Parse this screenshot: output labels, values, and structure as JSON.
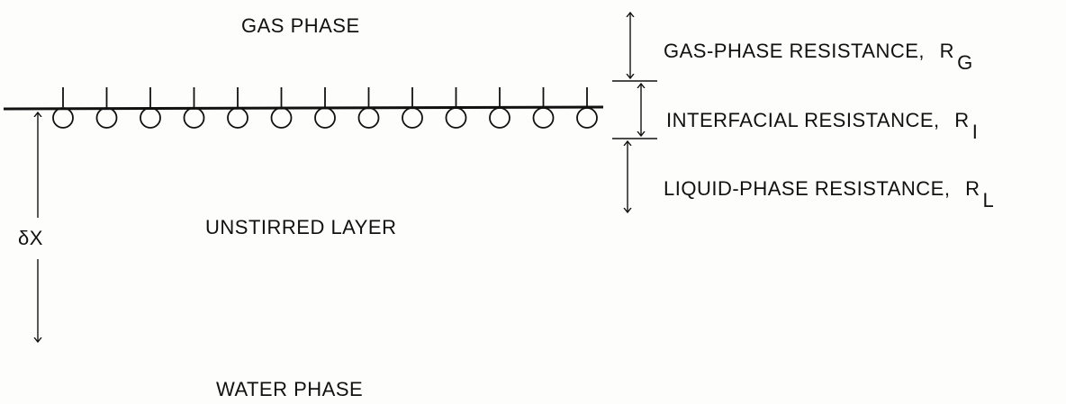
{
  "phases": {
    "gas": "GAS PHASE",
    "unstirred": "UNSTIRRED LAYER",
    "water": "WATER PHASE"
  },
  "thickness_label": "δX",
  "resistances": [
    {
      "label": "GAS-PHASE RESISTANCE,",
      "symbol": "R",
      "subscript": "G"
    },
    {
      "label": "INTERFACIAL RESISTANCE,",
      "symbol": "R",
      "subscript": "I"
    },
    {
      "label": "LIQUID-PHASE RESISTANCE,",
      "symbol": "R",
      "subscript": "L"
    }
  ],
  "surfactant_molecule_count": 13,
  "colors": {
    "ink": "#111111",
    "paper": "#fdfdfc"
  }
}
